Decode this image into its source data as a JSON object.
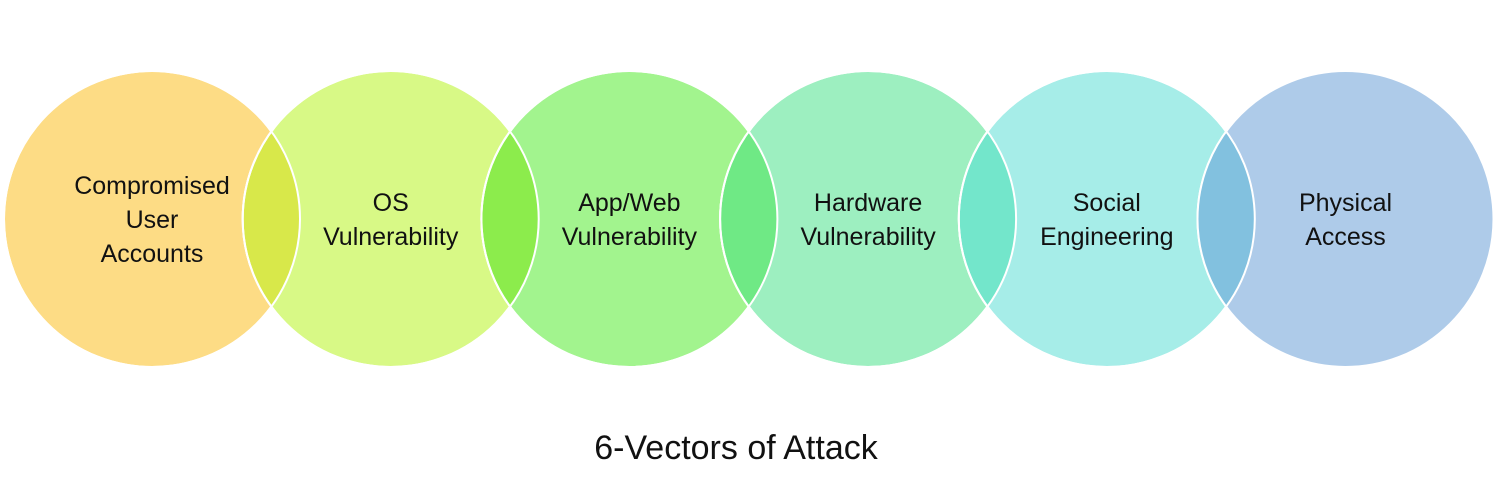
{
  "diagram": {
    "caption": "6-Vectors of Attack",
    "vectors": [
      {
        "lines": [
          "Compromised",
          "User",
          "Accounts"
        ],
        "color": "#FDDC85"
      },
      {
        "lines": [
          "OS",
          "Vulnerability"
        ],
        "color": "#D8F986"
      },
      {
        "lines": [
          "App/Web",
          "Vulnerability"
        ],
        "color": "#A2F48E"
      },
      {
        "lines": [
          "Hardware",
          "Vulnerability"
        ],
        "color": "#9DEFC0"
      },
      {
        "lines": [
          "Social",
          "Engineering"
        ],
        "color": "#A6EDE8"
      },
      {
        "lines": [
          "Physical",
          "Access"
        ],
        "color": "#AECBE9"
      }
    ],
    "overlap_colors": [
      "#D8E84A",
      "#8CEC4C",
      "#6FE985",
      "#73E6CB",
      "#82C1DF"
    ]
  }
}
